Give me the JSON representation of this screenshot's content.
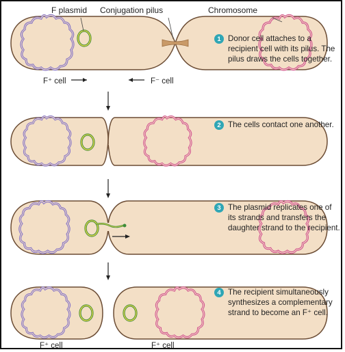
{
  "labels": {
    "f_plasmid": "F plasmid",
    "pilus": "Conjugation pilus",
    "chromosome": "Chromosome",
    "f_plus": "F⁺ cell",
    "f_minus": "F⁻ cell"
  },
  "steps": [
    {
      "num": "1",
      "text": "Donor cell attaches to a recipient cell with its pilus. The pilus draws the cells together."
    },
    {
      "num": "2",
      "text": "The cells contact one another."
    },
    {
      "num": "3",
      "text": "The plasmid replicates one of its strands and transfers the daughter strand to the recipient."
    },
    {
      "num": "4",
      "text": "The recipient simultaneously synthesizes a complementary strand to become an F⁺ cell."
    }
  ],
  "colors": {
    "cell_fill": "#f3dfc6",
    "cell_stroke": "#6b4c34",
    "donor_chromosome": "#8573c7",
    "recipient_chromosome": "#d2528f",
    "plasmid_outer": "#3d8c3a",
    "plasmid_inner": "#e9d84a",
    "step_badge": "#2fa6b5"
  }
}
